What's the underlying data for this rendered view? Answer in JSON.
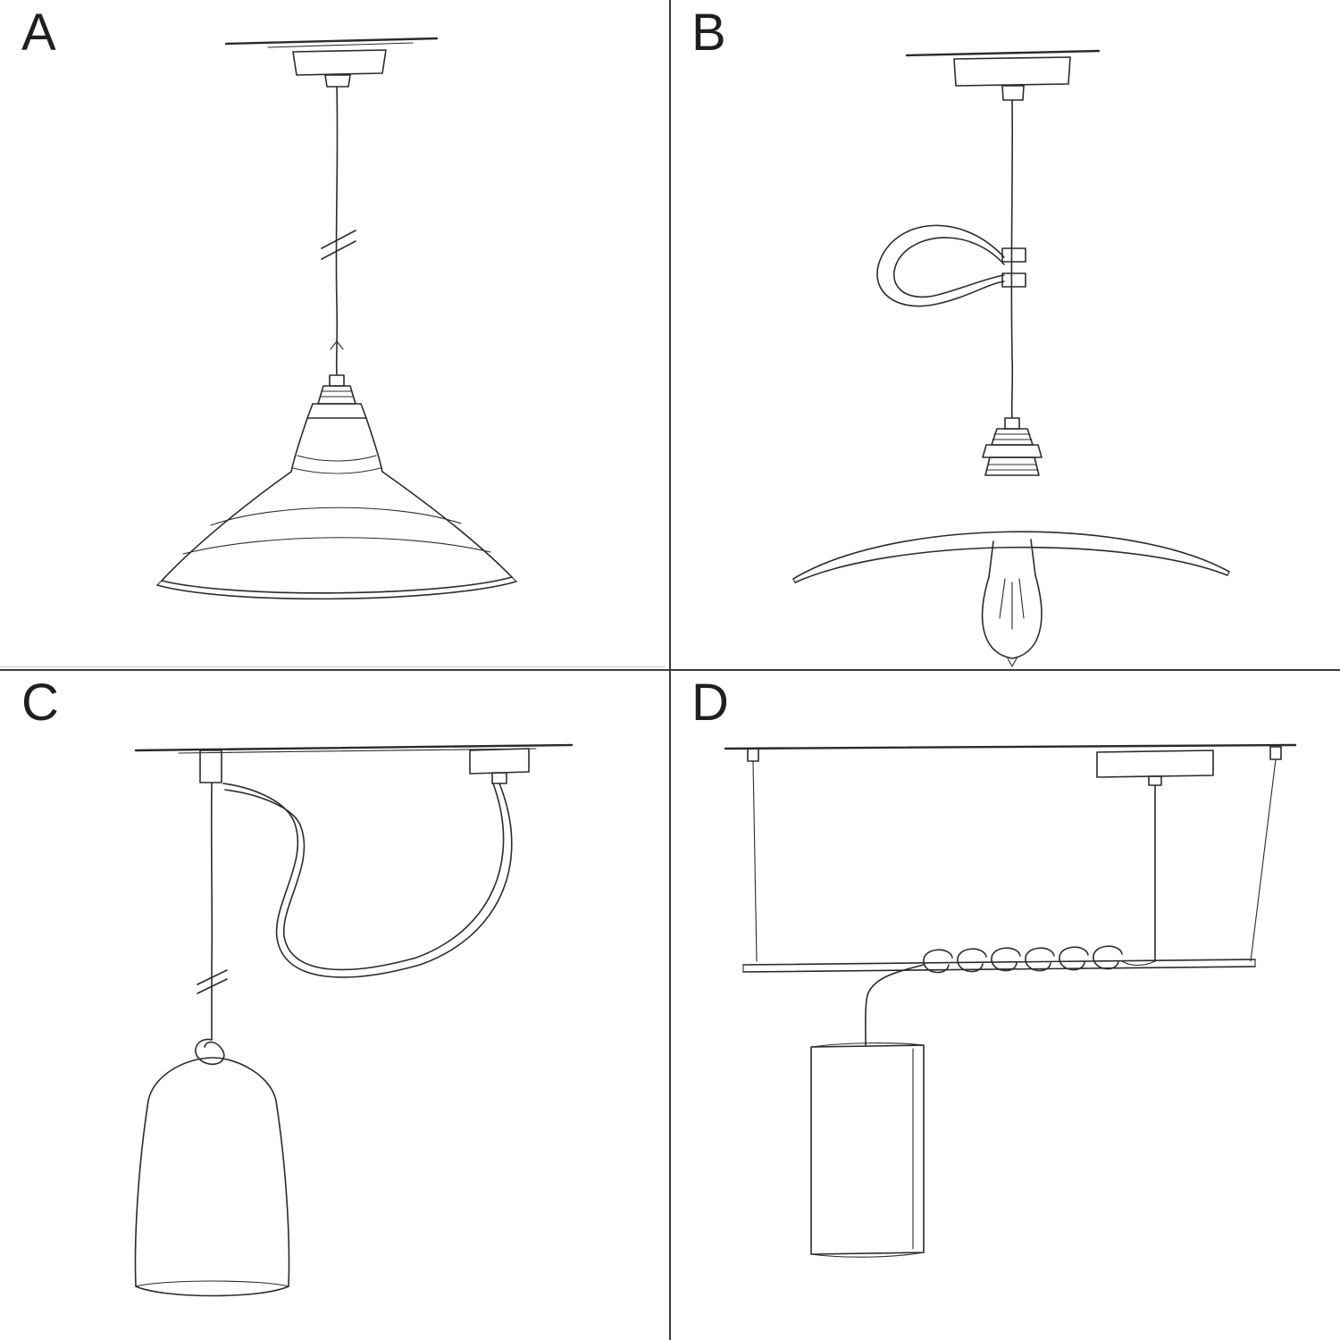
{
  "page": {
    "background_color": "#ffffff",
    "ink_color": "#2b2b2b",
    "divider_color": "#3a3a3a"
  },
  "panels": [
    {
      "label": "A",
      "sketch": "pendant-straight-cable-industrial-bowl-shade-sketch"
    },
    {
      "label": "B",
      "sketch": "pendant-cable-tie-loop-flat-plate-shade-bulb-sketch"
    },
    {
      "label": "C",
      "sketch": "pendant-swag-hook-knot-bell-shade-sketch"
    },
    {
      "label": "D",
      "sketch": "pendant-suspended-bar-coiled-cable-tube-shade-sketch"
    }
  ]
}
